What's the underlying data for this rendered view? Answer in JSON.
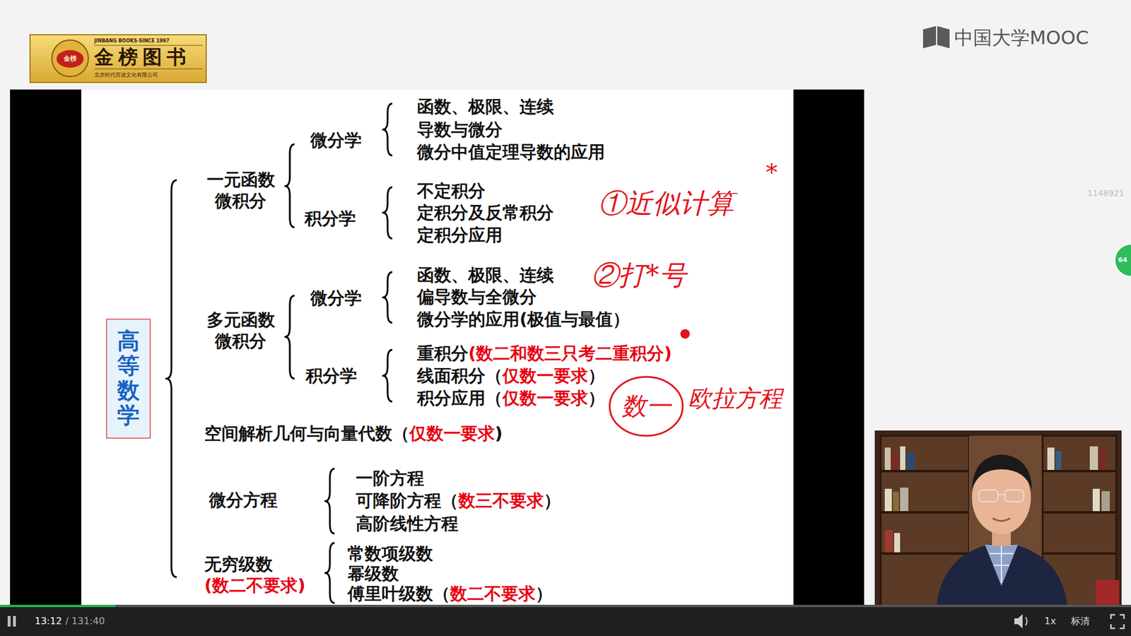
{
  "diagram": {
    "nodes": [
      {
        "text": [
          "高等数学"
        ]
      }
    ],
    "labels": [
      "JINBANG BOOKS·SINCE 1997",
      "金榜",
      "金榜图书",
      "北京时代百波文化有限公司",
      "中国大学MOOC",
      "1148921",
      "64",
      "一元函数 微积分",
      "微分学",
      "函数、极限、连续",
      "导数与微分",
      "微分中值定理导数的应用",
      "积分学",
      "不定积分",
      "定积分及反常积分",
      "定积分应用",
      "多元函数 微积分",
      "微分学",
      "函数、极限、连续",
      "偏导数与全微分",
      "微分学的应用(极值与最值）",
      "积分学",
      "重积分",
      "(数二和数三只考二重积分)",
      "线面积分（",
      "仅数一要求",
      "）",
      "积分应用（",
      "仅数一要求",
      "）",
      "空间解析几何与向量代数（",
      "仅数一要求",
      ")",
      "微分方程",
      "一阶方程",
      "可降阶方程（",
      "数三不要求",
      "）",
      "高阶线性方程",
      "无穷级数",
      "(数二不要求)",
      "常数项级数",
      "幂级数",
      "傅里叶级数（",
      "数二不要求",
      "）",
      "①近似计算",
      "*",
      "②打*号",
      "数一",
      "欧拉方程",
      "13:12",
      "/ 131:40",
      "1x",
      "标清"
    ]
  }
}
